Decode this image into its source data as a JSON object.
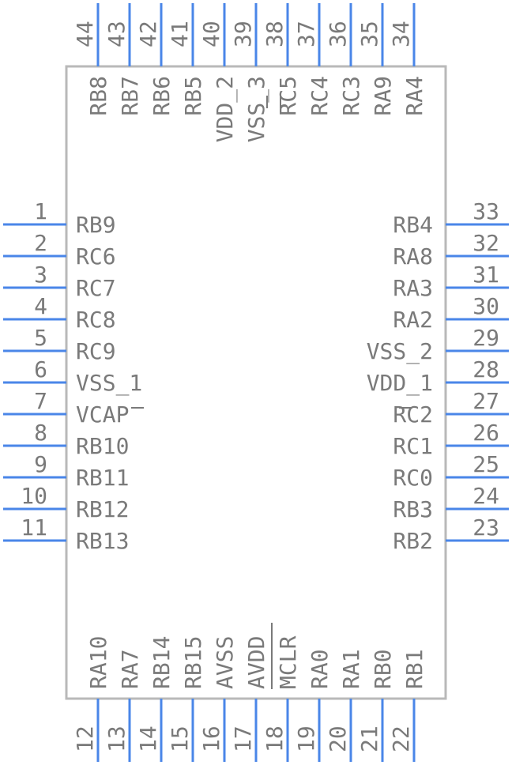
{
  "component": {
    "pins_left": [
      {
        "num": "1",
        "name": "RB9"
      },
      {
        "num": "2",
        "name": "RC6"
      },
      {
        "num": "3",
        "name": "RC7"
      },
      {
        "num": "4",
        "name": "RC8"
      },
      {
        "num": "5",
        "name": "RC9"
      },
      {
        "num": "6",
        "name": "VSS_1"
      },
      {
        "num": "7",
        "name": "VCAP"
      },
      {
        "num": "8",
        "name": "RB10"
      },
      {
        "num": "9",
        "name": "RB11"
      },
      {
        "num": "10",
        "name": "RB12"
      },
      {
        "num": "11",
        "name": "RB13"
      }
    ],
    "pins_bottom": [
      {
        "num": "12",
        "name": "RA10"
      },
      {
        "num": "13",
        "name": "RA7"
      },
      {
        "num": "14",
        "name": "RB14"
      },
      {
        "num": "15",
        "name": "RB15"
      },
      {
        "num": "16",
        "name": "AVSS"
      },
      {
        "num": "17",
        "name": "AVDD"
      },
      {
        "num": "18",
        "name": "MCLR",
        "overline": true
      },
      {
        "num": "19",
        "name": "RA0"
      },
      {
        "num": "20",
        "name": "RA1"
      },
      {
        "num": "21",
        "name": "RB0"
      },
      {
        "num": "22",
        "name": "RB1"
      }
    ],
    "pins_right": [
      {
        "num": "33",
        "name": "RB4"
      },
      {
        "num": "32",
        "name": "RA8"
      },
      {
        "num": "31",
        "name": "RA3"
      },
      {
        "num": "30",
        "name": "RA2"
      },
      {
        "num": "29",
        "name": "VSS_2"
      },
      {
        "num": "28",
        "name": "VDD_1"
      },
      {
        "num": "27",
        "name": "RC2"
      },
      {
        "num": "26",
        "name": "RC1"
      },
      {
        "num": "25",
        "name": "RC0"
      },
      {
        "num": "24",
        "name": "RB3"
      },
      {
        "num": "23",
        "name": "RB2"
      }
    ],
    "pins_top": [
      {
        "num": "44",
        "name": "RB8"
      },
      {
        "num": "43",
        "name": "RB7"
      },
      {
        "num": "42",
        "name": "RB6"
      },
      {
        "num": "41",
        "name": "RB5"
      },
      {
        "num": "40",
        "name": "VDD_2"
      },
      {
        "num": "39",
        "name": "VSS_3"
      },
      {
        "num": "38",
        "name": "RC5"
      },
      {
        "num": "37",
        "name": "RC4"
      },
      {
        "num": "36",
        "name": "RC3"
      },
      {
        "num": "35",
        "name": "RA9"
      },
      {
        "num": "34",
        "name": "RA4"
      }
    ]
  },
  "colors": {
    "pin_line": "#4a86e8",
    "body_outline": "#b9b9b9",
    "text": "#7a7a7a"
  }
}
